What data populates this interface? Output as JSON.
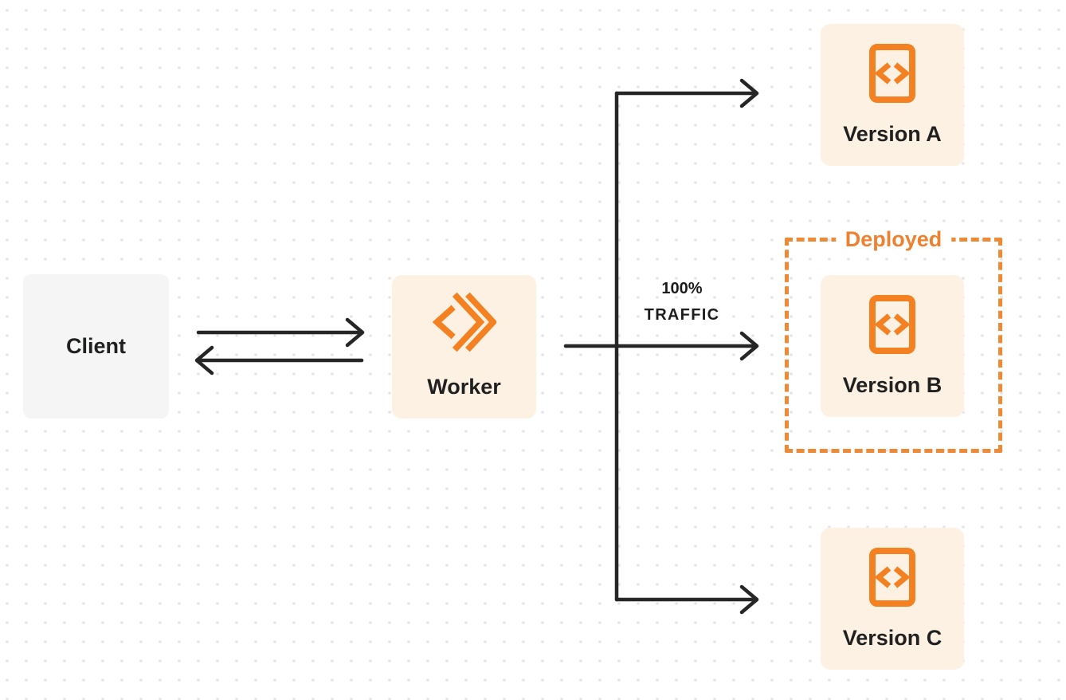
{
  "diagram": {
    "client": {
      "label": "Client"
    },
    "worker": {
      "label": "Worker",
      "icon": "cloudflare-worker-icon"
    },
    "traffic_label": {
      "line1": "100%",
      "line2": "TRAFFIC"
    },
    "deployed": {
      "label": "Deployed",
      "contains_version": "Version B"
    },
    "versions": [
      {
        "label": "Version A",
        "icon": "code-file-icon"
      },
      {
        "label": "Version B",
        "icon": "code-file-icon"
      },
      {
        "label": "Version C",
        "icon": "code-file-icon"
      }
    ],
    "colors": {
      "accent_orange": "#f48121",
      "deployed_orange": "#ee8434",
      "node_cream": "#fdf1e3",
      "node_gray": "#f5f5f6",
      "line_dark": "#262626",
      "dot_grid_gray": "#e4e4e7",
      "text_dark": "#1f201f",
      "background": "#ffffff"
    }
  }
}
